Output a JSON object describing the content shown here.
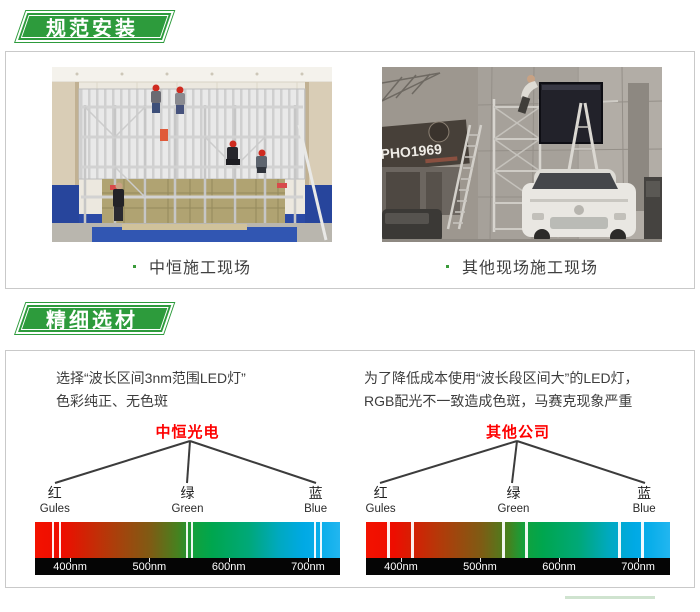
{
  "colors": {
    "banner_green": "#2d9b3c",
    "accent_red": "#fe0000",
    "panel_border": "#c9c9c9",
    "bullet_green": "#3a9b3a",
    "spectrum_red": "#f31200",
    "spectrum_green": "#00a64e",
    "spectrum_blue": "#22b6f0"
  },
  "section_install": {
    "banner": "规范安装",
    "photos": [
      {
        "caption": "中恒施工现场"
      },
      {
        "caption": "其他现场施工现场",
        "sign_text": "PHO1969"
      }
    ]
  },
  "section_material": {
    "banner": "精细选材",
    "left": {
      "desc_line1": "选择“波长区间3nm范围LED灯”",
      "desc_line2": "色彩纯正、无色斑",
      "brand": "中恒光电",
      "color_labels": [
        {
          "zh": "红",
          "en": "Gules"
        },
        {
          "zh": "绿",
          "en": "Green"
        },
        {
          "zh": "蓝",
          "en": "Blue"
        }
      ],
      "ticks": [
        "400nm",
        "500nm",
        "600nm",
        "700nm"
      ],
      "band_lines_pct": [
        5.5,
        7.9,
        49.4,
        51.0,
        91.5,
        93.6
      ],
      "band_line_width": 2
    },
    "right": {
      "desc_line1": "为了降低成本使用“波长段区间大”的LED灯，",
      "desc_line2": "RGB配光不一致造成色斑，马赛克现象严重",
      "brand": "其他公司",
      "color_labels": [
        {
          "zh": "红",
          "en": "Gules"
        },
        {
          "zh": "绿",
          "en": "Green"
        },
        {
          "zh": "蓝",
          "en": "Blue"
        }
      ],
      "ticks": [
        "400nm",
        "500nm",
        "600nm",
        "700nm"
      ],
      "band_lines_pct": [
        6.8,
        14.8,
        44.6,
        52.3,
        83.0,
        90.5
      ],
      "band_line_width": 3
    }
  }
}
